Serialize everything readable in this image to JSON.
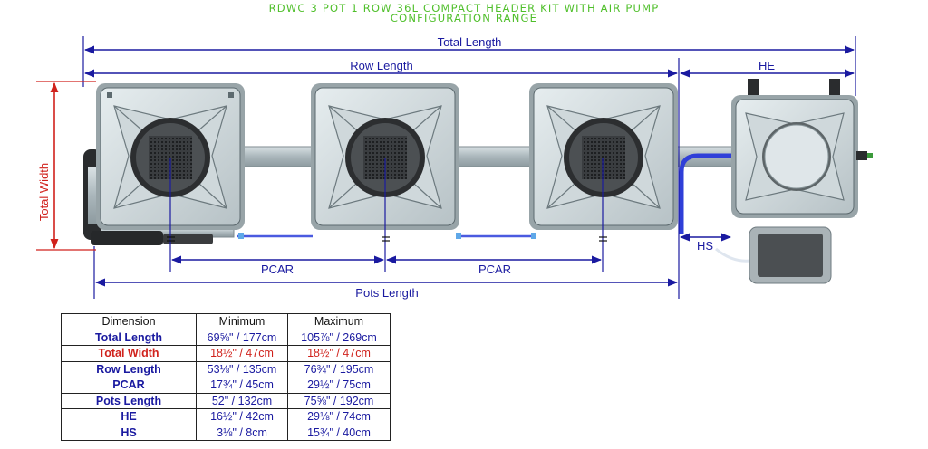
{
  "title": {
    "line1": "RDWC 3 POT 1 ROW 36L COMPACT HEADER KIT WITH AIR PUMP",
    "line2": "CONFIGURATION RANGE"
  },
  "labels": {
    "total_length": "Total Length",
    "row_length": "Row Length",
    "he": "HE",
    "total_width": "Total Width",
    "hs": "HS",
    "pcar_1": "PCAR",
    "pcar_2": "PCAR",
    "pots_length": "Pots Length"
  },
  "table": {
    "headers": [
      "Dimension",
      "Minimum",
      "Maximum"
    ],
    "rows": [
      {
        "dimension": "Total Length",
        "minimum": "69⅝\" / 177cm",
        "maximum": "105⅞\" / 269cm"
      },
      {
        "dimension": "Total Width",
        "minimum": "18½\" / 47cm",
        "maximum": "18½\" / 47cm"
      },
      {
        "dimension": "Row Length",
        "minimum": "53⅛\" / 135cm",
        "maximum": "76¾\" / 195cm"
      },
      {
        "dimension": "PCAR",
        "minimum": "17¾\" / 45cm",
        "maximum": "29½\" / 75cm"
      },
      {
        "dimension": "Pots Length",
        "minimum": "52\" / 132cm",
        "maximum": "75⅝\" / 192cm"
      },
      {
        "dimension": "HE",
        "minimum": "16½\" / 42cm",
        "maximum": "29⅛\" / 74cm"
      },
      {
        "dimension": "HS",
        "minimum": "3⅛\" / 8cm",
        "maximum": "15¾\" / 40cm"
      }
    ]
  },
  "colors": {
    "title": "#4fbf2a",
    "dimension_line": "#1a1aa0",
    "total_width": "#d0221c",
    "pipe": "#b8c4c8",
    "hose": "#2f3fd8"
  }
}
